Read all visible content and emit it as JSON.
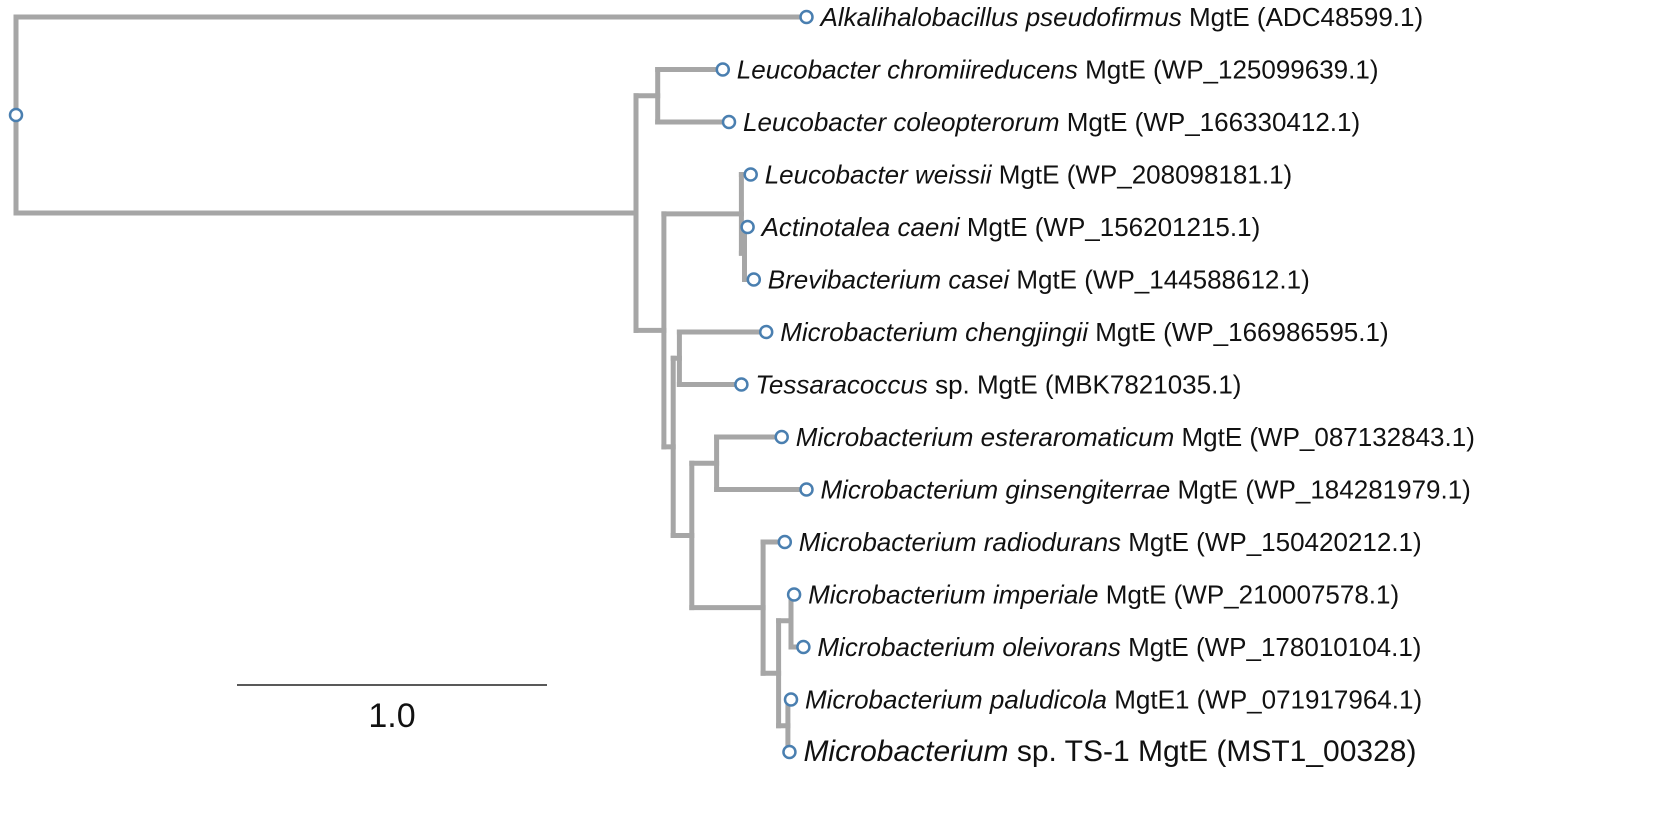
{
  "colors": {
    "branch": "#a6a6a6",
    "node_stroke": "#4a7fb0",
    "label": "#111111",
    "highlight": "#e01a1a",
    "scale_bar": "#222222"
  },
  "scale_bar": {
    "label": "1.0",
    "length": 1.0
  },
  "tips": [
    {
      "id": "alk",
      "species": "Alkalihalobacillus pseudofirmus",
      "rest": " MgtE (ADC48599.1)",
      "highlight": false
    },
    {
      "id": "lchr",
      "species": "Leucobacter chromiireducens",
      "rest": " MgtE (WP_125099639.1)",
      "highlight": false
    },
    {
      "id": "lcol",
      "species": "Leucobacter coleopterorum",
      "rest": " MgtE (WP_166330412.1)",
      "highlight": false
    },
    {
      "id": "lwei",
      "species": "Leucobacter weissii",
      "rest": " MgtE (WP_208098181.1)",
      "highlight": false
    },
    {
      "id": "acae",
      "species": "Actinotalea caeni",
      "rest": " MgtE (WP_156201215.1)",
      "highlight": false
    },
    {
      "id": "bcas",
      "species": "Brevibacterium casei",
      "rest": " MgtE (WP_144588612.1)",
      "highlight": false
    },
    {
      "id": "mche",
      "species": "Microbacterium chengjingii",
      "rest": " MgtE (WP_166986595.1)",
      "highlight": false
    },
    {
      "id": "tess",
      "species": "Tessaracoccus",
      "rest": " sp. MgtE (MBK7821035.1)",
      "highlight": false
    },
    {
      "id": "mest",
      "species": "Microbacterium esteraromaticum",
      "rest": " MgtE (WP_087132843.1)",
      "highlight": false
    },
    {
      "id": "mgin",
      "species": "Microbacterium ginsengiterrae",
      "rest": " MgtE (WP_184281979.1)",
      "highlight": false
    },
    {
      "id": "mrad",
      "species": "Microbacterium radiodurans",
      "rest": " MgtE (WP_150420212.1)",
      "highlight": false
    },
    {
      "id": "mimp",
      "species": "Microbacterium imperiale",
      "rest": " MgtE (WP_210007578.1)",
      "highlight": false
    },
    {
      "id": "mole",
      "species": "Microbacterium oleivorans",
      "rest": " MgtE (WP_178010104.1)",
      "highlight": false
    },
    {
      "id": "mpal",
      "species": "Microbacterium paludicola",
      "rest": " MgtE1 (WP_071917964.1)",
      "highlight": false
    },
    {
      "id": "mts1",
      "species": "Microbacterium",
      "rest": " sp. TS-1 MgtE (MST1_00328)",
      "highlight": true
    }
  ],
  "tree": {
    "id": "root",
    "bl": 0,
    "children": [
      {
        "tip": "alk",
        "bl": 2.55
      },
      {
        "id": "n1",
        "bl": 2.0,
        "children": [
          {
            "id": "n2",
            "bl": 0.07,
            "children": [
              {
                "tip": "lchr",
                "bl": 0.21
              },
              {
                "tip": "lcol",
                "bl": 0.23
              }
            ]
          },
          {
            "id": "n3",
            "bl": 0.09,
            "children": [
              {
                "id": "n4",
                "bl": 0.25,
                "children": [
                  {
                    "tip": "lwei",
                    "bl": 0.03
                  },
                  {
                    "id": "n5",
                    "bl": 0.01,
                    "children": [
                      {
                        "tip": "acae",
                        "bl": 0.01
                      },
                      {
                        "tip": "bcas",
                        "bl": 0.03
                      }
                    ]
                  }
                ]
              },
              {
                "id": "n6",
                "bl": 0.03,
                "children": [
                  {
                    "id": "n7",
                    "bl": 0.02,
                    "children": [
                      {
                        "tip": "mche",
                        "bl": 0.28
                      },
                      {
                        "tip": "tess",
                        "bl": 0.2
                      }
                    ]
                  },
                  {
                    "id": "n8",
                    "bl": 0.06,
                    "children": [
                      {
                        "id": "n9",
                        "bl": 0.08,
                        "children": [
                          {
                            "tip": "mest",
                            "bl": 0.21
                          },
                          {
                            "tip": "mgin",
                            "bl": 0.29
                          }
                        ]
                      },
                      {
                        "id": "n10",
                        "bl": 0.23,
                        "children": [
                          {
                            "tip": "mrad",
                            "bl": 0.07
                          },
                          {
                            "id": "n11",
                            "bl": 0.05,
                            "children": [
                              {
                                "id": "n12",
                                "bl": 0.04,
                                "children": [
                                  {
                                    "tip": "mimp",
                                    "bl": 0.01
                                  },
                                  {
                                    "tip": "mole",
                                    "bl": 0.04
                                  }
                                ]
                              },
                              {
                                "id": "n13",
                                "bl": 0.03,
                                "children": [
                                  {
                                    "tip": "mpal",
                                    "bl": 0.01
                                  },
                                  {
                                    "tip": "mts1",
                                    "bl": 0.005
                                  }
                                ]
                              }
                            ]
                          }
                        ]
                      }
                    ]
                  }
                ]
              }
            ]
          }
        ]
      }
    ]
  }
}
